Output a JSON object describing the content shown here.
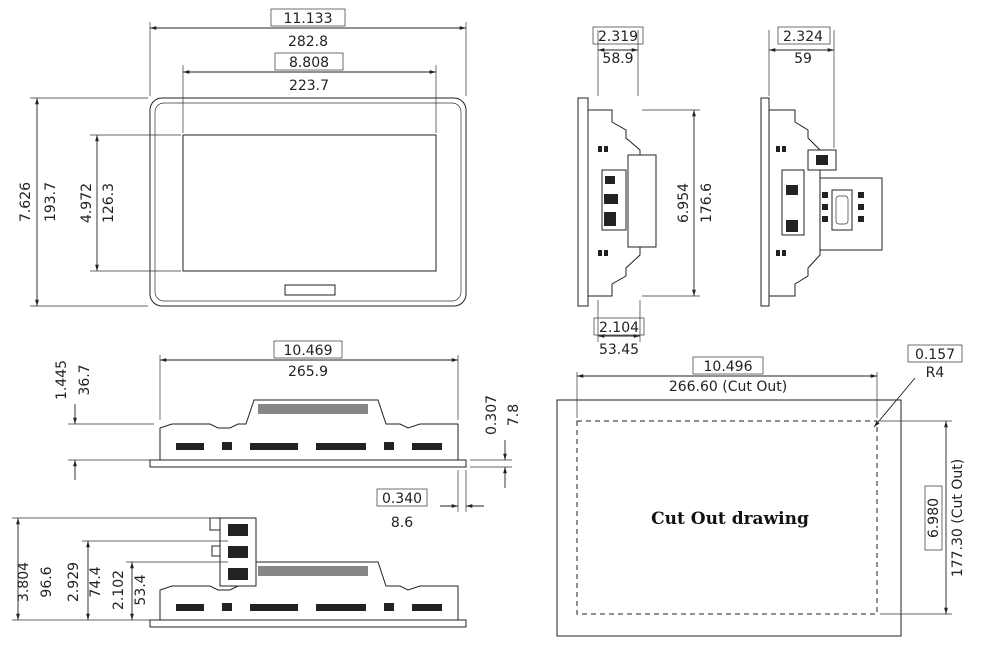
{
  "front": {
    "w_in": "11.133",
    "w_mm": "282.8",
    "sw_in": "8.808",
    "sw_mm": "223.7",
    "h_in": "7.626",
    "h_mm": "193.7",
    "sh_in": "4.972",
    "sh_mm": "126.3"
  },
  "side1": {
    "d_in": "2.319",
    "d_mm": "58.9",
    "h_in": "6.954",
    "h_mm": "176.6",
    "b_in": "2.104",
    "b_mm": "53.45"
  },
  "side2": {
    "d_in": "2.324",
    "d_mm": "59"
  },
  "bottom1": {
    "w_in": "10.469",
    "w_mm": "265.9",
    "h_in": "1.445",
    "h_mm": "36.7",
    "r_in": "0.307",
    "r_mm": "7.8",
    "f_in": "0.340",
    "f_mm": "8.6"
  },
  "bottom2": {
    "a_in": "3.804",
    "a_mm": "96.6",
    "b_in": "2.929",
    "b_mm": "74.4",
    "c_in": "2.102",
    "c_mm": "53.4"
  },
  "cutout": {
    "w_in": "10.496",
    "w_mm": "266.60 (Cut Out)",
    "r_in": "0.157",
    "r_mm": "R4",
    "h_in": "6.980",
    "h_mm": "177.30 (Cut Out)",
    "title": "Cut Out drawing"
  }
}
